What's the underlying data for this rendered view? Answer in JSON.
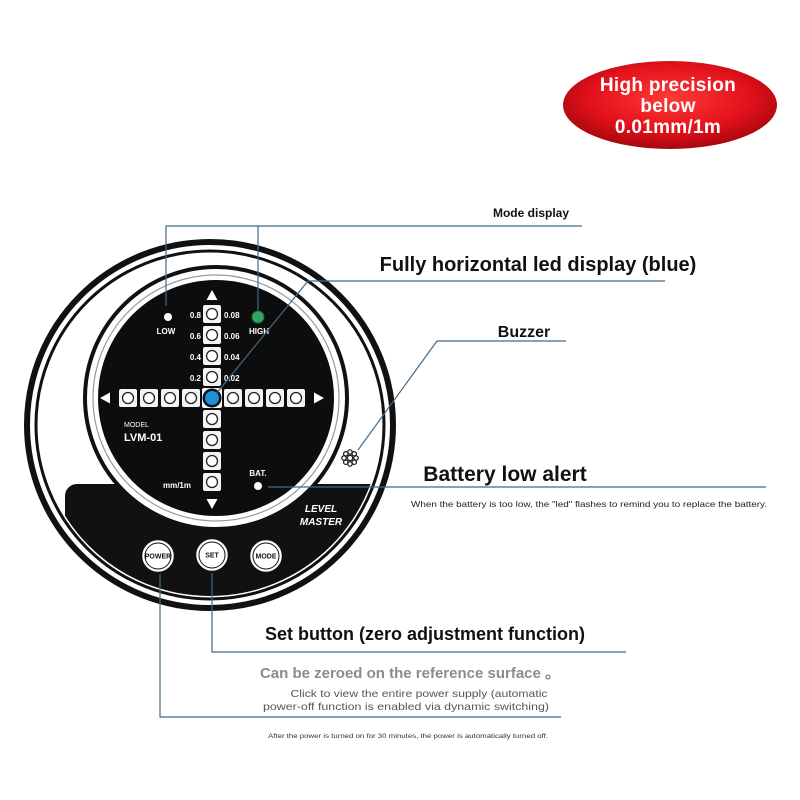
{
  "badge": {
    "line1": "High precision",
    "line2": "below",
    "line3": "0.01mm/1m"
  },
  "callouts": {
    "mode_display": "Mode display",
    "led_display": "Fully horizontal led display (blue)",
    "buzzer": "Buzzer",
    "battery_title": "Battery low alert",
    "battery_note": "When the battery is too low, the \"led\" flashes to remind you to replace the battery.",
    "set_title": "Set button (zero adjustment function)",
    "set_note": "Can be zeroed on the reference surface 。",
    "power_line1": "Click to view the entire power supply (automatic",
    "power_line2": "power-off function is enabled via dynamic switching)",
    "power_note": "After the power is turned on for 30 minutes, the power is automatically turned off."
  },
  "display": {
    "left_scale": [
      "0.8",
      "0.6",
      "0.4",
      "0.2"
    ],
    "right_scale": [
      "0.08",
      "0.06",
      "0.04",
      "0.02"
    ],
    "low_label": "LOW",
    "high_label": "HIGH",
    "model_label": "MODEL",
    "model_name": "LVM-01",
    "unit_label": "mm/1m",
    "battery_label": "BAT."
  },
  "brand": {
    "line1": "LEVEL",
    "line2": "MASTER"
  },
  "buttons": {
    "power": "POWER",
    "set": "SET",
    "mode": "MODE"
  },
  "icons": {
    "buzzer": "buzzer-icon",
    "up": "arrow-up-icon",
    "down": "arrow-down-icon",
    "left": "arrow-left-icon",
    "right": "arrow-right-icon"
  },
  "colors": {
    "badge_red": "#e3111b",
    "led_blue": "#1f8fd9",
    "high_led_green": "#2fa565",
    "callout_line": "#3f6b8a",
    "device_black": "#111111"
  }
}
